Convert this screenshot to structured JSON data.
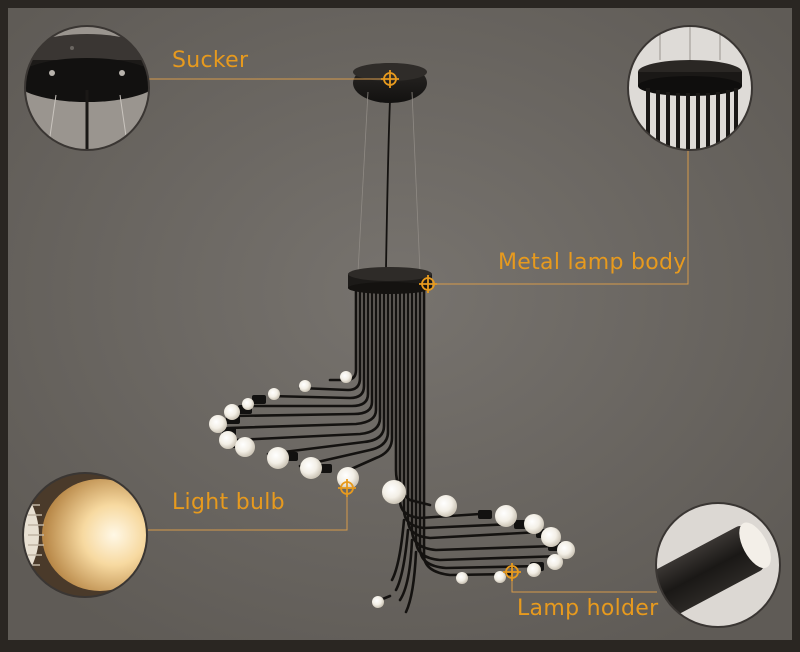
{
  "callouts": {
    "sucker": "Sucker",
    "metal_lamp_body": "Metal lamp body",
    "light_bulb": "Light bulb",
    "lamp_holder": "Lamp holder"
  },
  "colors": {
    "label": "#e79a1e",
    "leader_line": "#d69a4a",
    "backdrop": "#6c6863",
    "frame": "#2a2622",
    "metal": "#1a1816"
  },
  "icons": [
    "crosshair-marker-icon"
  ]
}
